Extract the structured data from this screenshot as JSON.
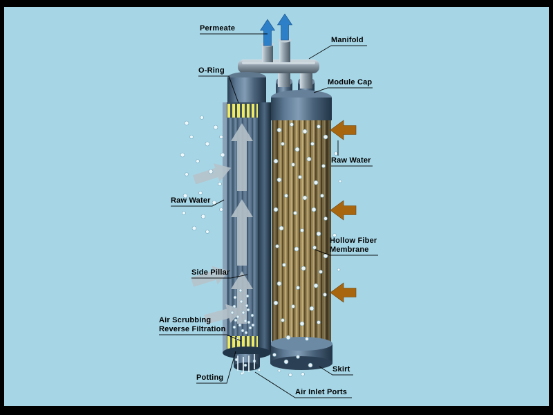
{
  "diagram": {
    "labels": {
      "permeate": "Permeate",
      "manifold": "Manifold",
      "o_ring": "O-Ring",
      "module_cap": "Module Cap",
      "raw_water_right": "Raw Water",
      "raw_water_left": "Raw Water",
      "hollow_fiber_line1": "Hollow Fiber",
      "hollow_fiber_line2": "Membrane",
      "side_pillar": "Side Pillar",
      "air_scrubbing_line1": "Air Scrubbing",
      "air_scrubbing_line2": "Reverse Filtration",
      "potting": "Potting",
      "air_inlet_ports": "Air Inlet Ports",
      "skirt": "Skirt"
    },
    "colors": {
      "frame": "#000000",
      "background": "#a6d6e6",
      "permeate_arrow": "#2d7fc8",
      "raw_water_arrow": "#a8660f",
      "flow_arrow": "#b7c3cb",
      "label_text": "#000000",
      "module_shell": "#3a4f64",
      "fiber_bundle": "#9a8656",
      "seal_band": "#eeea62",
      "pipe": "#8b9aa5"
    }
  }
}
